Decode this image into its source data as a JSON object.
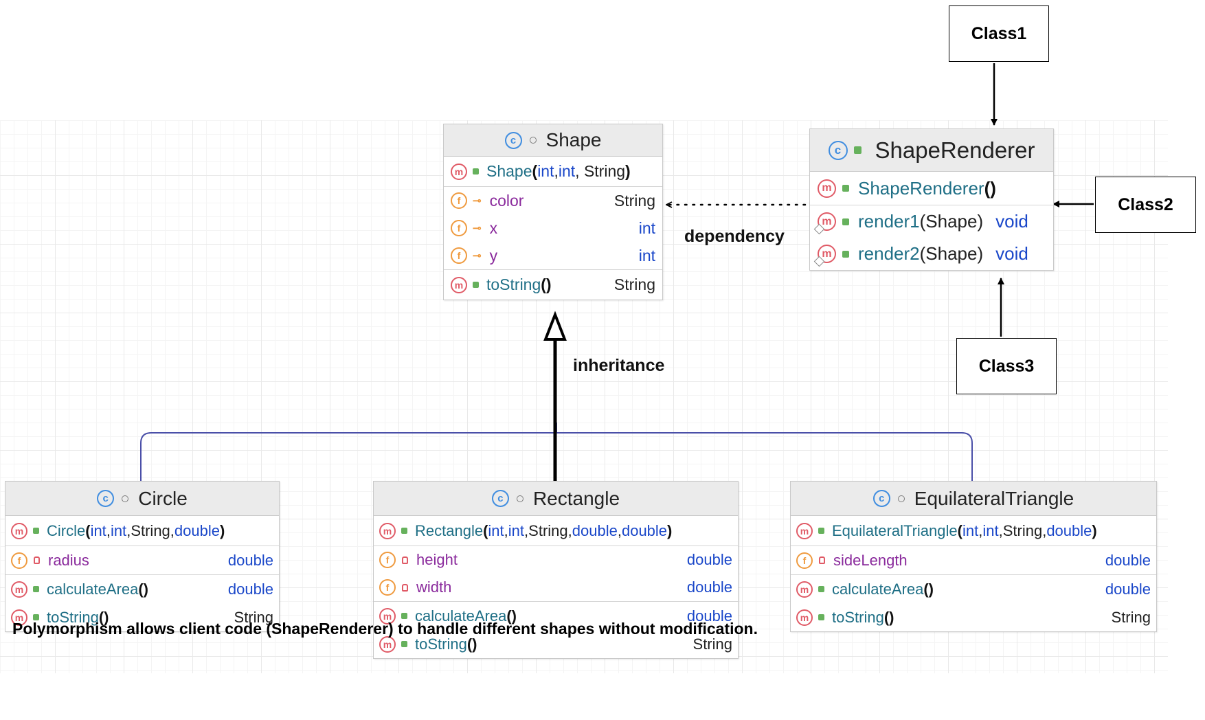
{
  "classes": {
    "shape": {
      "name": "Shape",
      "constructor": {
        "name": "Shape",
        "params": [
          "int",
          ", ",
          "int",
          ", String"
        ]
      },
      "fields": [
        {
          "name": "color",
          "type": "String"
        },
        {
          "name": "x",
          "type": "int"
        },
        {
          "name": "y",
          "type": "int"
        }
      ],
      "methods": [
        {
          "name": "toString",
          "parens": "()",
          "type": "String"
        }
      ]
    },
    "renderer": {
      "name": "ShapeRenderer",
      "constructor": {
        "name": "ShapeRenderer",
        "parens": "()"
      },
      "methods": [
        {
          "name": "render1",
          "args": "(Shape)",
          "type": "void"
        },
        {
          "name": "render2",
          "args": "(Shape)",
          "type": "void"
        }
      ]
    },
    "circle": {
      "name": "Circle",
      "constructor": {
        "name": "Circle",
        "params": [
          "int",
          "int",
          "double"
        ],
        "mid": "String"
      },
      "fields": [
        {
          "name": "radius",
          "type": "double"
        }
      ],
      "methods": [
        {
          "name": "calculateArea",
          "parens": "()",
          "type": "double"
        },
        {
          "name": "toString",
          "parens": "()",
          "type": "String"
        }
      ]
    },
    "rectangle": {
      "name": "Rectangle",
      "constructor": {
        "name": "Rectangle",
        "params": [
          "int",
          "int",
          "double",
          "double"
        ],
        "mid": "String"
      },
      "fields": [
        {
          "name": "height",
          "type": "double"
        },
        {
          "name": "width",
          "type": "double"
        }
      ],
      "methods": [
        {
          "name": "calculateArea",
          "parens": "()",
          "type": "double"
        },
        {
          "name": "toString",
          "parens": "()",
          "type": "String"
        }
      ]
    },
    "triangle": {
      "name": "EquilateralTriangle",
      "constructor": {
        "name": "EquilateralTriangle",
        "params": [
          "int",
          "int",
          "double"
        ],
        "mid": "String"
      },
      "fields": [
        {
          "name": "sideLength",
          "type": "double"
        }
      ],
      "methods": [
        {
          "name": "calculateArea",
          "parens": "()",
          "type": "double"
        },
        {
          "name": "toString",
          "parens": "()",
          "type": "String"
        }
      ]
    }
  },
  "icons": {
    "class": "c",
    "method": "m",
    "field": "f"
  },
  "labels": {
    "class1": "Class1",
    "class2": "Class2",
    "class3": "Class3",
    "dependency": "dependency",
    "inheritance": "inheritance"
  },
  "caption": "Polymorphism allows client code (ShapeRenderer) to handle different shapes without modification.",
  "colors": {
    "class_icon": "#3f8de0",
    "method_icon": "#e05a66",
    "field_icon": "#ef9a3e",
    "keyword": "#1a47c9",
    "method_name": "#1f6f86",
    "field_name": "#8a2a9c",
    "tree_line": "#4a4fa8"
  }
}
